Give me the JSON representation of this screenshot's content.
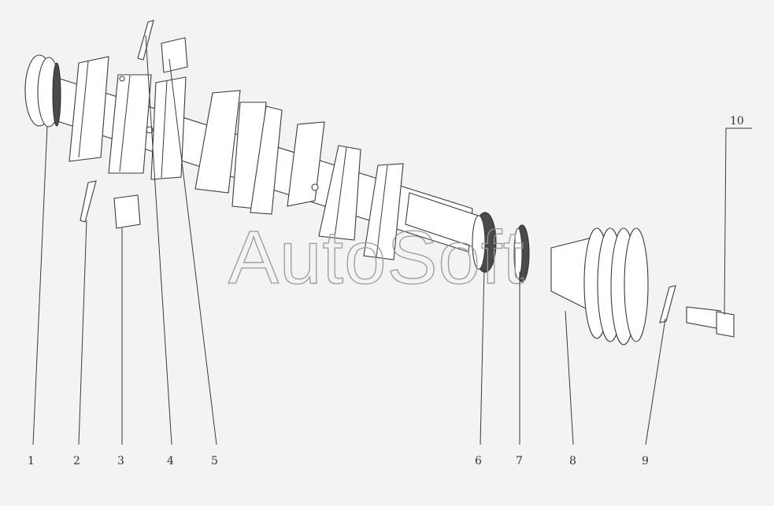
{
  "watermark": "AutoSoft",
  "colors": {
    "background": "#f3f3f3",
    "line": "#3c3c3c",
    "watermark": "#9a9a9a"
  },
  "callouts": [
    {
      "id": "1",
      "text": "1"
    },
    {
      "id": "2",
      "text": "2"
    },
    {
      "id": "3",
      "text": "3"
    },
    {
      "id": "4",
      "text": "4"
    },
    {
      "id": "5",
      "text": "5"
    },
    {
      "id": "6",
      "text": "6"
    },
    {
      "id": "7",
      "text": "7"
    },
    {
      "id": "8",
      "text": "8"
    },
    {
      "id": "9",
      "text": "9"
    },
    {
      "id": "10",
      "text": "10"
    }
  ]
}
